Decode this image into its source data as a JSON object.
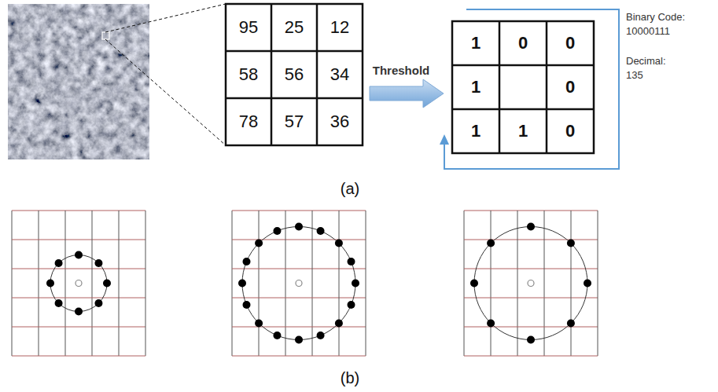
{
  "diagram": {
    "labels": [
      "95",
      "25",
      "12",
      "58",
      "56",
      "34",
      "78",
      "57",
      "36",
      "Threshold",
      "1",
      "0",
      "0",
      "1",
      "0",
      "1",
      "1",
      "0",
      "Binary Code:",
      "10000111",
      "Decimal:",
      "135",
      "(a)",
      "(b)"
    ]
  }
}
